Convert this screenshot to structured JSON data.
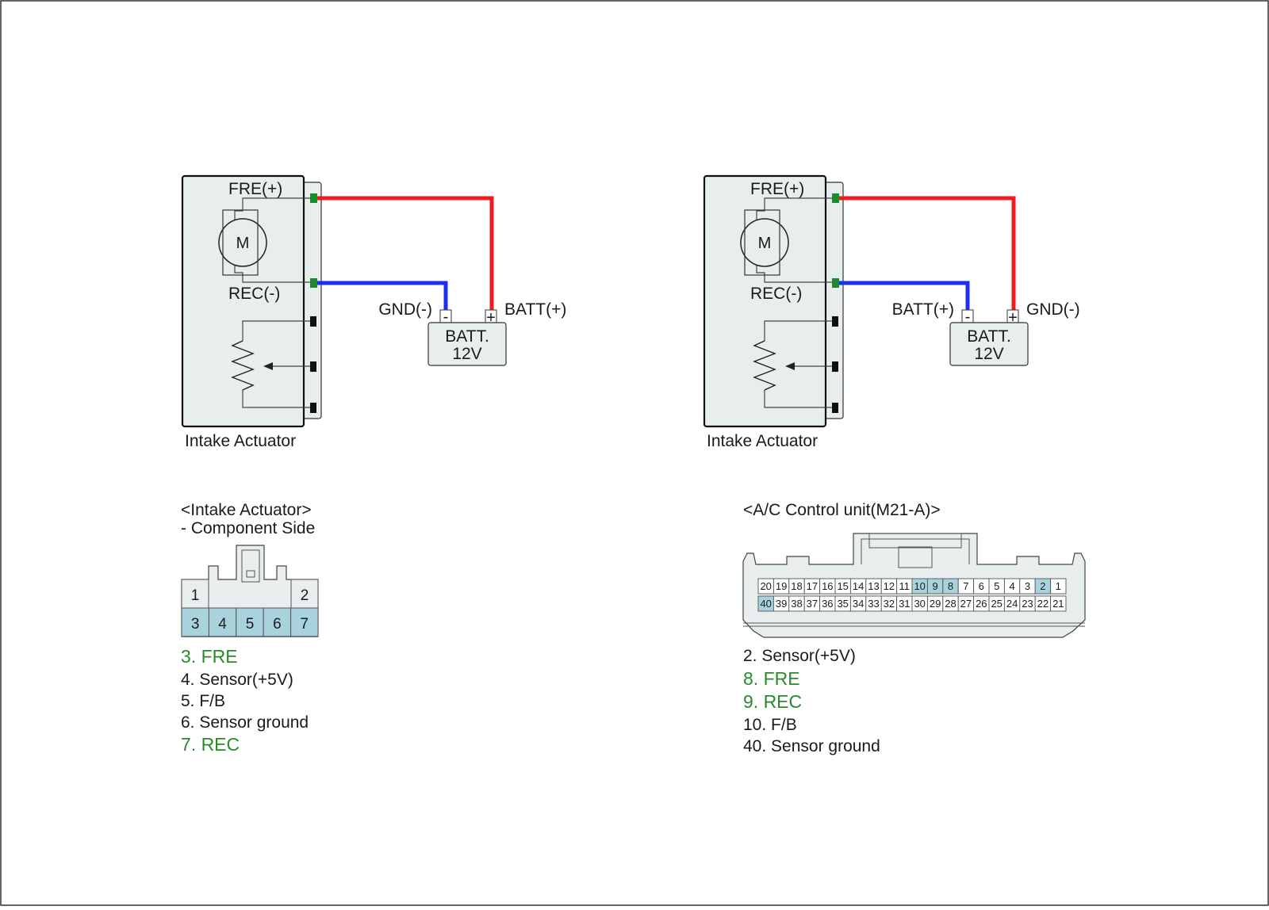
{
  "colors": {
    "positive_wire": "#ee1c1c",
    "negative_wire": "#1b2ff0",
    "terminal_green": "#1e8a2e",
    "highlight_pin": "#a9d3dc",
    "panel_fill": "#e8eeee",
    "green_text": "#2a8a2a",
    "dark_text": "#1a1a1a"
  },
  "left_circuit": {
    "fre_label": "FRE(+)",
    "rec_label": "REC(-)",
    "motor_label": "M",
    "actuator_label": "Intake Actuator",
    "battery_line1": "BATT.",
    "battery_line2": "12V",
    "battery_neg_sign": "-",
    "battery_pos_sign": "+",
    "neg_terminal_label": "GND(-)",
    "pos_terminal_label": "BATT(+)"
  },
  "right_circuit": {
    "fre_label": "FRE(+)",
    "rec_label": "REC(-)",
    "motor_label": "M",
    "actuator_label": "Intake Actuator",
    "battery_line1": "BATT.",
    "battery_line2": "12V",
    "battery_neg_sign": "-",
    "battery_pos_sign": "+",
    "neg_terminal_label": "BATT(+)",
    "pos_terminal_label": "GND(-)"
  },
  "actuator_connector": {
    "title": "<Intake Actuator>",
    "subtitle": "- Component Side",
    "top_pins": [
      "1",
      "2"
    ],
    "bottom_pins": [
      "3",
      "4",
      "5",
      "6",
      "7"
    ],
    "pin_list": [
      {
        "text": "3. FRE",
        "color": "green"
      },
      {
        "text": "4. Sensor(+5V)",
        "color": "dark"
      },
      {
        "text": "5. F/B",
        "color": "dark"
      },
      {
        "text": "6. Sensor ground",
        "color": "dark"
      },
      {
        "text": "7. REC",
        "color": "green"
      }
    ]
  },
  "control_unit_connector": {
    "title": "<A/C Control unit(M21-A)>",
    "top_row": [
      "20",
      "19",
      "18",
      "17",
      "16",
      "15",
      "14",
      "13",
      "12",
      "11",
      "10",
      "9",
      "8",
      "7",
      "6",
      "5",
      "4",
      "3",
      "2",
      "1"
    ],
    "bottom_row": [
      "40",
      "39",
      "38",
      "37",
      "36",
      "35",
      "34",
      "33",
      "32",
      "31",
      "30",
      "29",
      "28",
      "27",
      "26",
      "25",
      "24",
      "23",
      "22",
      "21"
    ],
    "highlighted_pins": [
      "10",
      "9",
      "8",
      "2",
      "40"
    ],
    "pin_list": [
      {
        "text": "2. Sensor(+5V)",
        "color": "dark"
      },
      {
        "text": "8. FRE",
        "color": "green"
      },
      {
        "text": "9. REC",
        "color": "green"
      },
      {
        "text": "10. F/B",
        "color": "dark"
      },
      {
        "text": "40. Sensor ground",
        "color": "dark"
      }
    ]
  }
}
